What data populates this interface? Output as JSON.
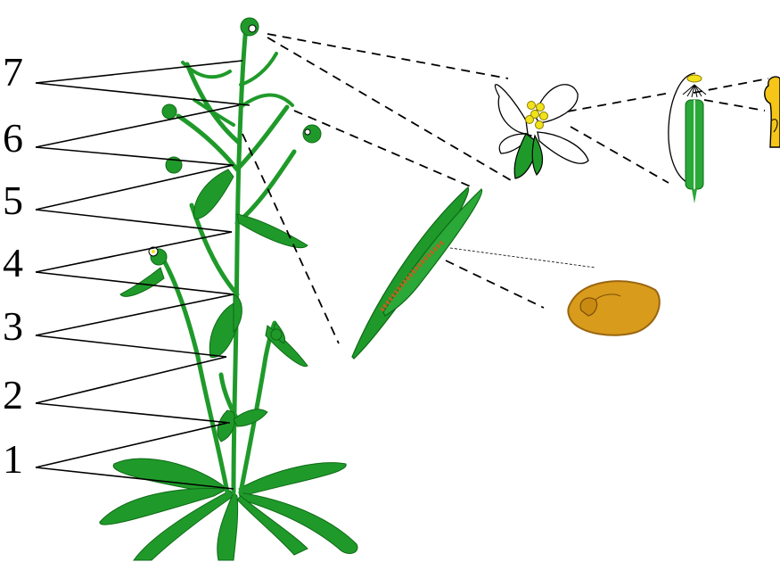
{
  "stage_labels": [
    "1",
    "2",
    "3",
    "4",
    "5",
    "6",
    "7"
  ],
  "colors": {
    "plant": "#1f9a2a",
    "plant_dark": "#0e6a16",
    "stroke": "#000000",
    "petal": "#ffffff",
    "anther": "#f2e21a",
    "seed": "#d89b1c",
    "seed_dark": "#9a6510",
    "background": "#ffffff"
  },
  "parts": [
    "plant",
    "flower",
    "silique",
    "seed",
    "pistil-ovules",
    "stamen"
  ]
}
